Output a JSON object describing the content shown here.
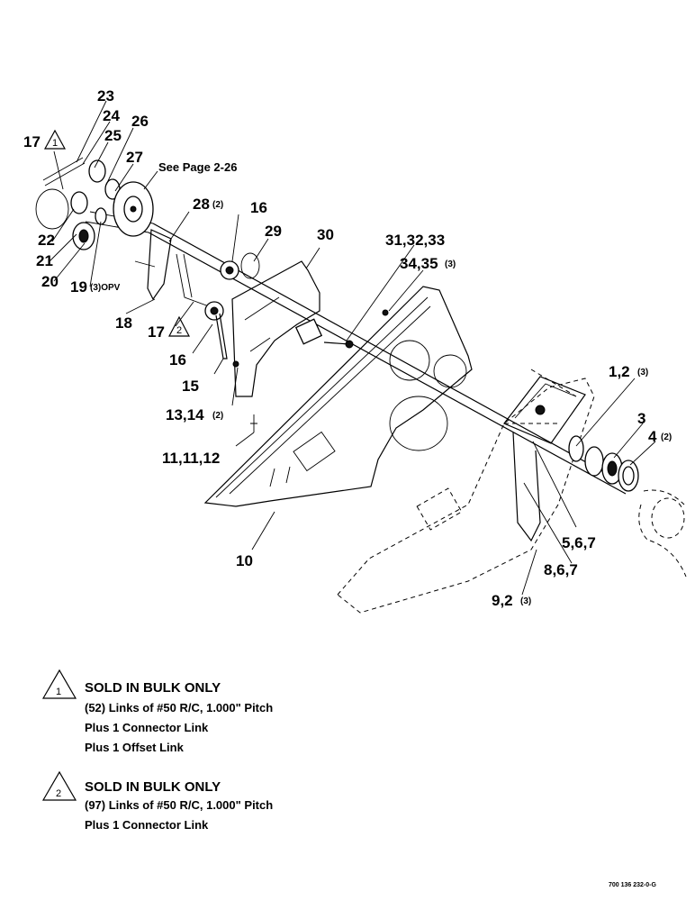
{
  "diagram": {
    "callouts": [
      {
        "id": "c23",
        "label": "23"
      },
      {
        "id": "c24",
        "label": "24"
      },
      {
        "id": "c25",
        "label": "25"
      },
      {
        "id": "c26",
        "label": "26"
      },
      {
        "id": "c27",
        "label": "27"
      },
      {
        "id": "c17a",
        "label": "17",
        "note": "1"
      },
      {
        "id": "c22",
        "label": "22"
      },
      {
        "id": "c21",
        "label": "21"
      },
      {
        "id": "c20",
        "label": "20"
      },
      {
        "id": "c19",
        "label": "19",
        "qty": "(3)OPV"
      },
      {
        "id": "c28",
        "label": "28",
        "qty": "(2)"
      },
      {
        "id": "c16a",
        "label": "16"
      },
      {
        "id": "c29",
        "label": "29"
      },
      {
        "id": "c30",
        "label": "30"
      },
      {
        "id": "c31",
        "label": "31,32,33"
      },
      {
        "id": "c34",
        "label": "34,35",
        "qty": "(3)"
      },
      {
        "id": "c18",
        "label": "18"
      },
      {
        "id": "c17b",
        "label": "17",
        "note": "2"
      },
      {
        "id": "c16b",
        "label": "16"
      },
      {
        "id": "c15",
        "label": "15"
      },
      {
        "id": "c13",
        "label": "13,14",
        "qty": "(2)"
      },
      {
        "id": "c11",
        "label": "11,11,12"
      },
      {
        "id": "c1",
        "label": "1,2",
        "qty": "(3)"
      },
      {
        "id": "c3",
        "label": "3"
      },
      {
        "id": "c4",
        "label": "4",
        "qty": "(2)"
      },
      {
        "id": "c5",
        "label": "5,6,7"
      },
      {
        "id": "c8",
        "label": "8,6,7"
      },
      {
        "id": "c10",
        "label": "10"
      },
      {
        "id": "c9",
        "label": "9,2",
        "qty": "(3)"
      }
    ],
    "see_page": "See Page 2-26",
    "figure_id": "700 136 232-0-G"
  },
  "notes": [
    {
      "number": "1",
      "title": "SOLD IN BULK ONLY",
      "lines": [
        "(52) Links of #50 R/C, 1.000\" Pitch",
        "Plus 1 Connector Link",
        "Plus 1 Offset Link"
      ]
    },
    {
      "number": "2",
      "title": "SOLD IN BULK ONLY",
      "lines": [
        "(97) Links of #50 R/C, 1.000\" Pitch",
        "Plus 1 Connector Link"
      ]
    }
  ]
}
